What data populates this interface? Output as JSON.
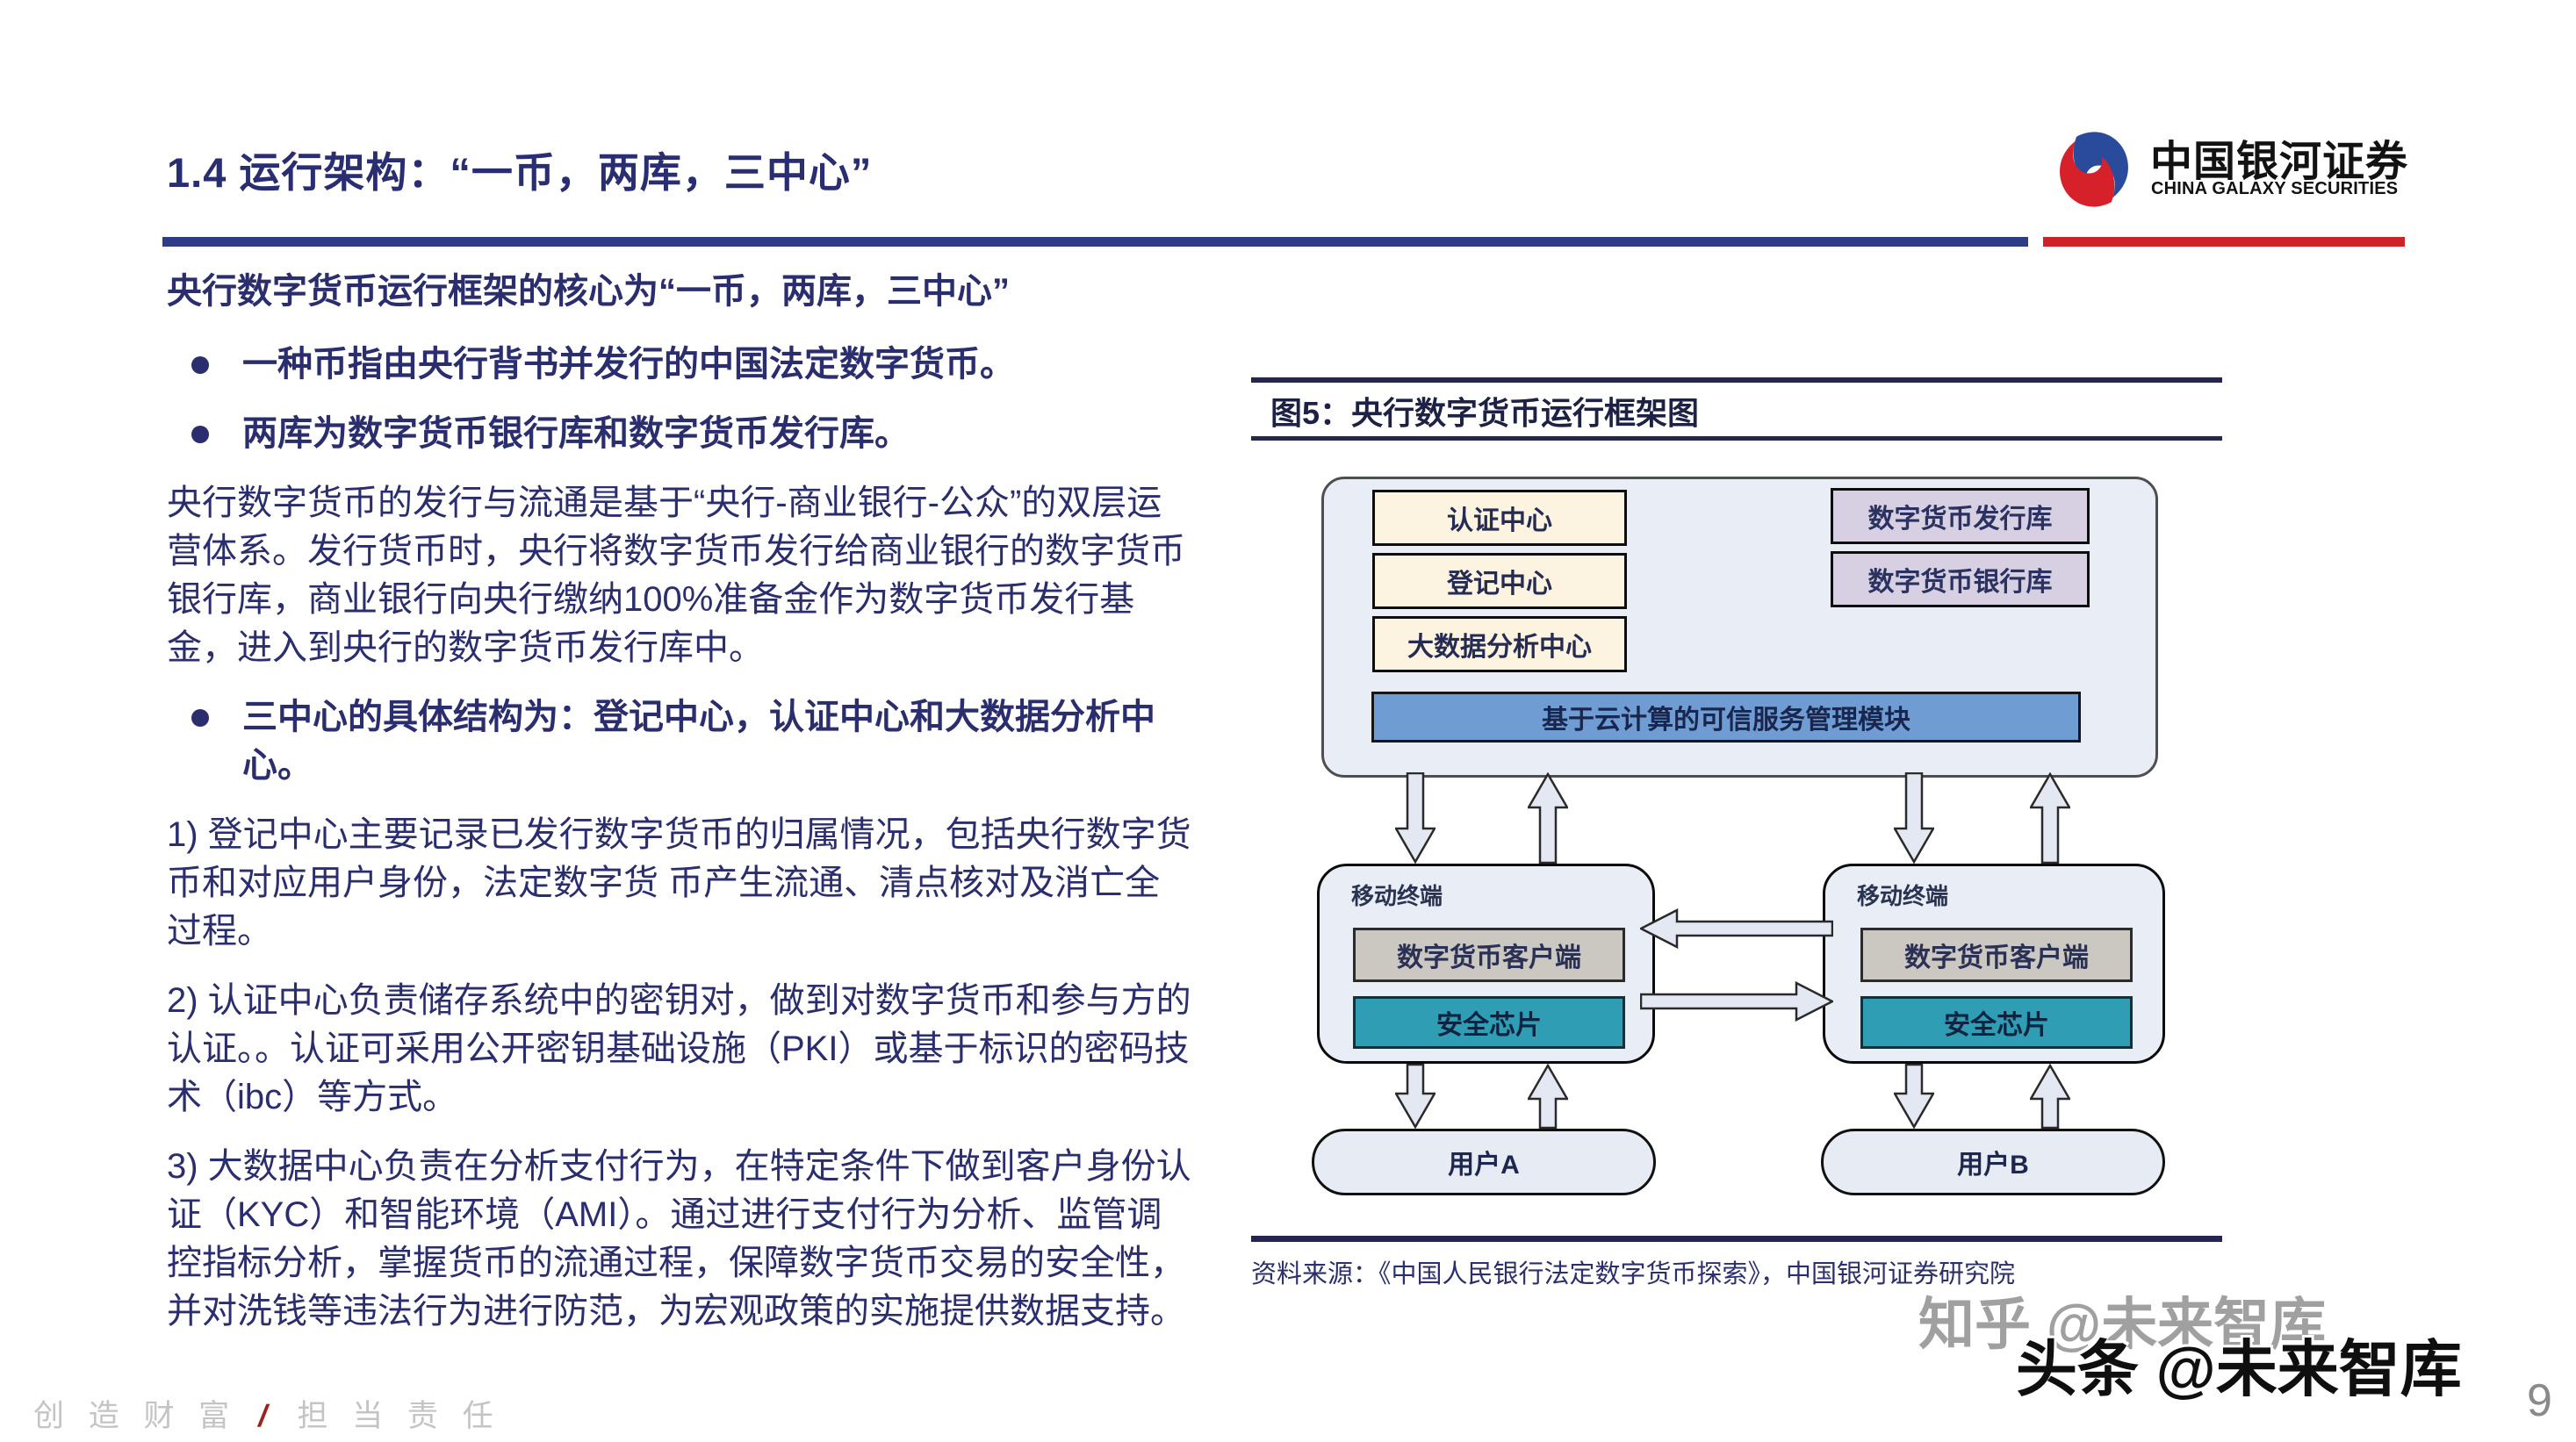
{
  "header": {
    "title": "1.4  运行架构：“一币，两库，三中心”",
    "logo": {
      "cn": "中国银河证券",
      "en": "CHINA GALAXY SECURITIES"
    }
  },
  "content": {
    "lead": "央行数字货币运行框架的核心为“一币，两库，三中心”",
    "bullet1": "一种币指由央行背书并发行的中国法定数字货币。",
    "bullet2": "两库为数字货币银行库和数字货币发行库。",
    "para1": "央行数字货币的发行与流通是基于“央行-商业银行-公众”的双层运营体系。发行货币时，央行将数字货币发行给商业银行的数字货币银行库，商业银行向央行缴纳100%准备金作为数字货币发行基金，进入到央行的数字货币发行库中。",
    "bullet3": "三中心的具体结构为：登记中心，认证中心和大数据分析中心。",
    "para2": "1) 登记中心主要记录已发行数字货币的归属情况，包括央行数字货币和对应用户身份，法定数字货 币产生流通、清点核对及消亡全过程。",
    "para3": "2) 认证中心负责储存系统中的密钥对，做到对数字货币和参与方的认证。。认证可采用公开密钥基础设施（PKI）或基于标识的密码技术（ibc）等方式。",
    "para4": "3) 大数据中心负责在分析支付行为，在特定条件下做到客户身份认证（KYC）和智能环境（AMI）。通过进行支付行为分析、监管调控指标分析，掌握货币的流通过程，保障数字货币交易的安全性，并对洗钱等违法行为进行防范，为宏观政策的实施提供数据支持。"
  },
  "figure": {
    "title": "图5：央行数字货币运行框架图",
    "source": "资料来源：《中国人民银行法定数字货币探索》，中国银河证券研究院",
    "diagram": {
      "centers": [
        "认证中心",
        "登记中心",
        "大数据分析中心"
      ],
      "vaults": [
        "数字货币发行库",
        "数字货币银行库"
      ],
      "cloud_module": "基于云计算的可信服务管理模块",
      "terminal_label": "移动终端",
      "client_label": "数字货币客户端",
      "chip_label": "安全芯片",
      "user_a": "用户A",
      "user_b": "用户B"
    }
  },
  "footer": {
    "slogan_left": "创 造 财 富",
    "slogan_slash": "/",
    "slogan_right": "担 当 责 任",
    "page_number": "9"
  },
  "watermarks": {
    "zhihu": "知乎 @未来智库",
    "toutiao": "头条 @未来智库"
  },
  "colors": {
    "navy_text": "#2b2e6e",
    "divider_navy": "#2e3c87",
    "divider_red": "#cf2128",
    "box_cream": "#fdf3e1",
    "box_purple": "#d7d0e2",
    "box_blue": "#6f9cd3",
    "box_gray": "#cbc7c1",
    "box_teal": "#2f9db3",
    "panel_bg": "#e9edf5"
  }
}
